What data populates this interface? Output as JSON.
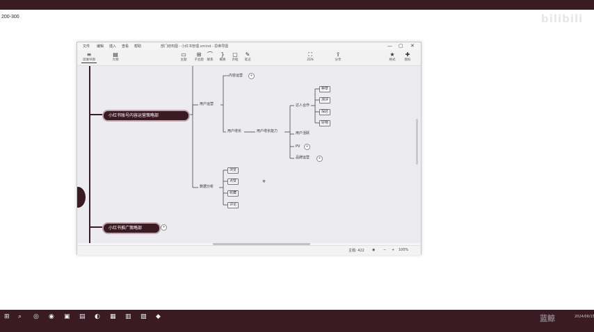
{
  "page_label": "200-300",
  "window": {
    "title": "部门结构图 - 小红书管理.xmind - 思维导图",
    "menu": [
      "文件",
      "编辑",
      "插入",
      "查看",
      "帮助"
    ],
    "controls": [
      "—",
      "▢",
      "✕"
    ]
  },
  "toolbar": {
    "buttons": [
      {
        "label": "思维导图",
        "icon": "≡"
      },
      {
        "label": "大纲",
        "icon": "▤"
      },
      {
        "label": "主题",
        "icon": "▭"
      },
      {
        "label": "子主题",
        "icon": "⊞"
      },
      {
        "label": "联系",
        "icon": "⌒"
      },
      {
        "label": "概要",
        "icon": "}"
      },
      {
        "label": "外框",
        "icon": "▢"
      },
      {
        "label": "笔记",
        "icon": "✎"
      },
      {
        "label": "ZEN",
        "icon": "⛶"
      },
      {
        "label": "分享",
        "icon": "⇪"
      },
      {
        "label": "格式",
        "icon": "★"
      },
      {
        "label": "图标",
        "icon": "✚"
      }
    ]
  },
  "mindmap": {
    "main_topics": [
      "小红书账号内容运营策略部",
      "小红书推广策略部"
    ],
    "branches": [
      "用户运营",
      "用户增长",
      "数据分析"
    ],
    "content_items": [
      "内容运营"
    ],
    "growth_items": [
      "用户增长能力"
    ],
    "growth_sub": [
      "达人合作",
      "用户活跃",
      "品牌运营"
    ],
    "collab_items": [
      "种草",
      "测评",
      "探店",
      "好物"
    ],
    "data_items": [
      "浏览",
      "点赞",
      "收藏",
      "评论"
    ]
  },
  "status": {
    "topic_count": "主题: 422",
    "zoom": "100%",
    "zoom_minus": "−",
    "zoom_plus": "+"
  },
  "taskbar": {
    "icons": [
      "⊞",
      "⌕",
      "◎",
      "◉",
      "▣",
      "▤",
      "◐",
      "▦",
      "▥",
      "▧",
      "◆",
      "▨",
      "▣"
    ],
    "clock": "2024/06/15",
    "logo": "蓝鲸"
  },
  "watermark": "bilibili"
}
